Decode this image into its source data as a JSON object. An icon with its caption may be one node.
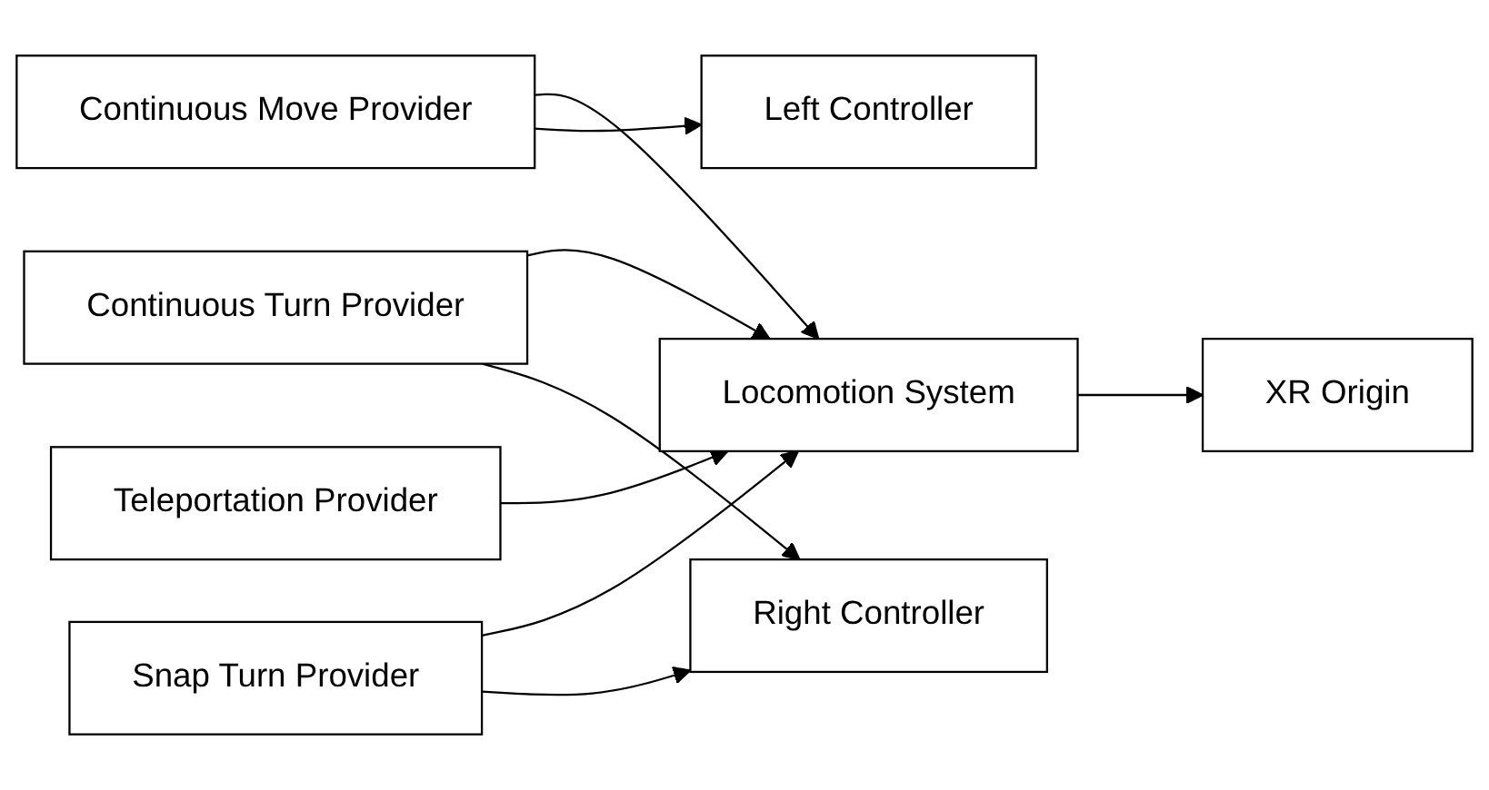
{
  "diagram": {
    "nodes": [
      {
        "text": [
          "XR Origin"
        ]
      },
      {
        "text": [
          "Locomotion System"
        ]
      },
      {
        "text": [
          "Continuous Move Provider"
        ]
      },
      {
        "text": [
          "Left Controller"
        ]
      },
      {
        "text": [
          "Continuous Turn Provider"
        ]
      },
      {
        "text": [
          "Snap Turn Provider"
        ]
      },
      {
        "text": [
          "Teleportation Provider"
        ]
      },
      {
        "text": [
          "Right Controller"
        ]
      }
    ],
    "edges": [
      {
        "from": 1,
        "to": 0,
        "arrow": "to"
      },
      {
        "from": 2,
        "to": 1,
        "arrow": "to"
      },
      {
        "from": 4,
        "to": 1,
        "arrow": "to"
      },
      {
        "from": 5,
        "to": 1,
        "arrow": "to"
      },
      {
        "from": 6,
        "to": 1,
        "arrow": "to"
      },
      {
        "from": 2,
        "to": 3,
        "arrow": "to"
      },
      {
        "from": 4,
        "to": 7,
        "arrow": "to"
      },
      {
        "from": 5,
        "to": 7,
        "arrow": "to"
      }
    ]
  }
}
